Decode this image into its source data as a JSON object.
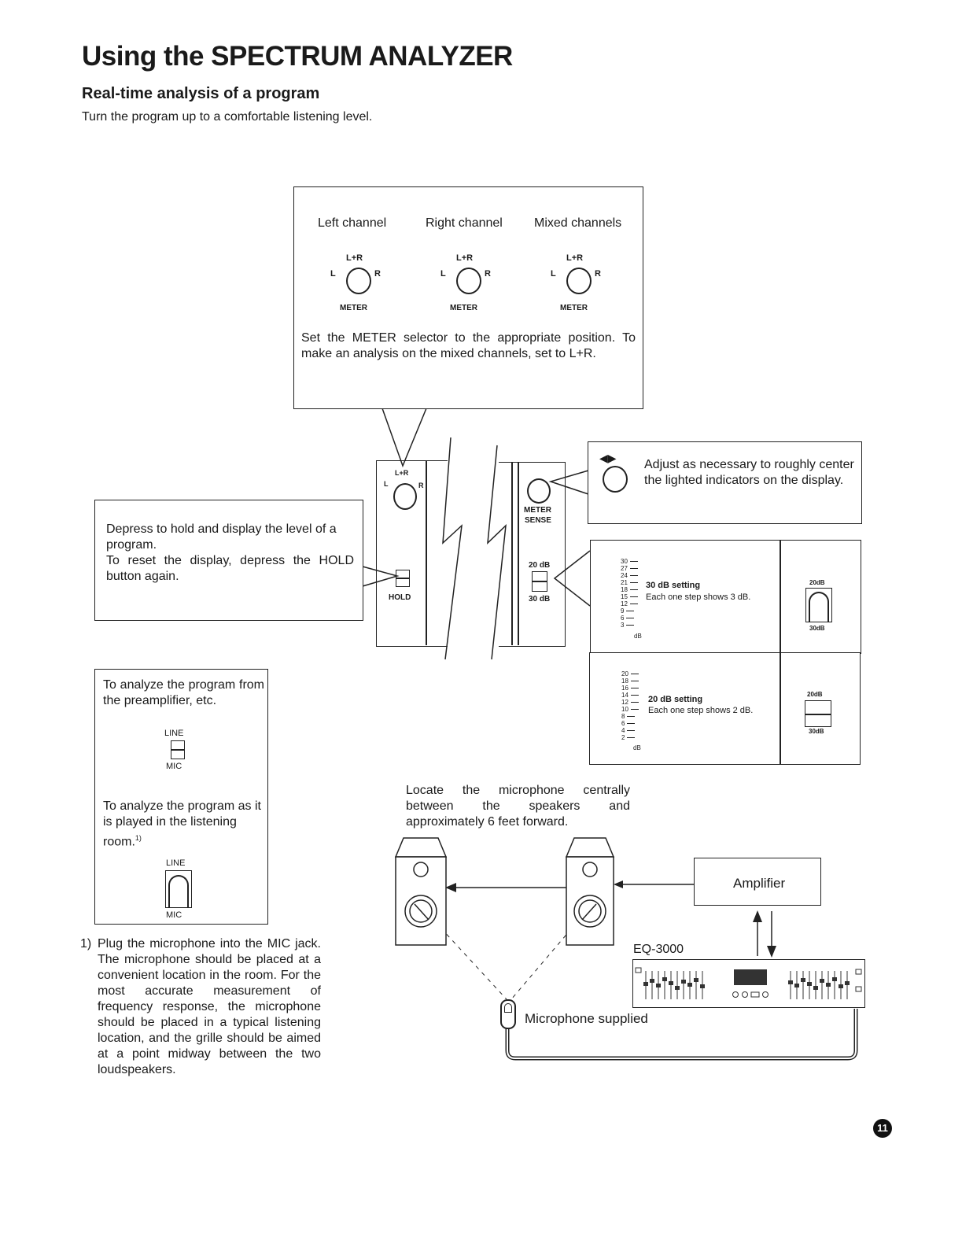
{
  "page": {
    "title": "Using the SPECTRUM ANALYZER",
    "subtitle": "Real-time analysis of a program",
    "intro": "Turn the program up to a comfortable listening level.",
    "page_number": "11"
  },
  "meter_box": {
    "channels": [
      {
        "label": "Left channel",
        "knob_top": "L+R",
        "knob_left": "L",
        "knob_right": "R",
        "knob_bottom": "METER"
      },
      {
        "label": "Right channel",
        "knob_top": "L+R",
        "knob_left": "L",
        "knob_right": "R",
        "knob_bottom": "METER"
      },
      {
        "label": "Mixed channels",
        "knob_top": "L+R",
        "knob_left": "L",
        "knob_right": "R",
        "knob_bottom": "METER"
      }
    ],
    "text": "Set the METER selector to the appropriate position. To make an analysis on the mixed channels, set to L+R."
  },
  "hold_box": {
    "text1": "Depress to hold and display the level of a program.",
    "text2": "To reset the display, depress the HOLD button again."
  },
  "panel": {
    "knob_top": "L+R",
    "knob_left": "L",
    "knob_right": "R",
    "hold_label": "HOLD",
    "meter_sense_label1": "METER",
    "meter_sense_label2": "SENSE",
    "db20": "20 dB",
    "db30": "30 dB"
  },
  "sense_box": {
    "text": "Adjust as necessary to roughly center the lighted indicators on the display."
  },
  "scale_30": {
    "ticks": [
      "30",
      "27",
      "24",
      "21",
      "18",
      "15",
      "12",
      "9",
      "6",
      "3"
    ],
    "unit": "dB",
    "title": "30 dB setting",
    "desc": "Each one step shows 3 dB.",
    "sw_top": "20dB",
    "sw_bottom": "30dB"
  },
  "scale_20": {
    "ticks": [
      "20",
      "18",
      "16",
      "14",
      "12",
      "10",
      "8",
      "6",
      "4",
      "2"
    ],
    "unit": "dB",
    "title": "20 dB setting",
    "desc": "Each one step shows 2 dB.",
    "sw_top": "20dB",
    "sw_bottom": "30dB"
  },
  "input_box": {
    "text1": "To analyze the program from the preamplifier, etc.",
    "sw1_top": "LINE",
    "sw1_bottom": "MIC",
    "text2": "To analyze the program as it is played in the listening room.",
    "footnote_ref": "1)",
    "sw2_top": "LINE",
    "sw2_bottom": "MIC"
  },
  "footnote": {
    "num": "1)",
    "text": "Plug the microphone into the MIC jack. The microphone should be placed at a convenient location in the room. For the most accurate measurement of frequency response, the microphone should be placed in a typical listening location, and the grille should be aimed at a point midway between the two loudspeakers."
  },
  "setup": {
    "text": "Locate the microphone centrally between the speakers and approximately 6 feet forward.",
    "amplifier": "Amplifier",
    "eq": "EQ-3000",
    "mic": "Microphone supplied"
  }
}
